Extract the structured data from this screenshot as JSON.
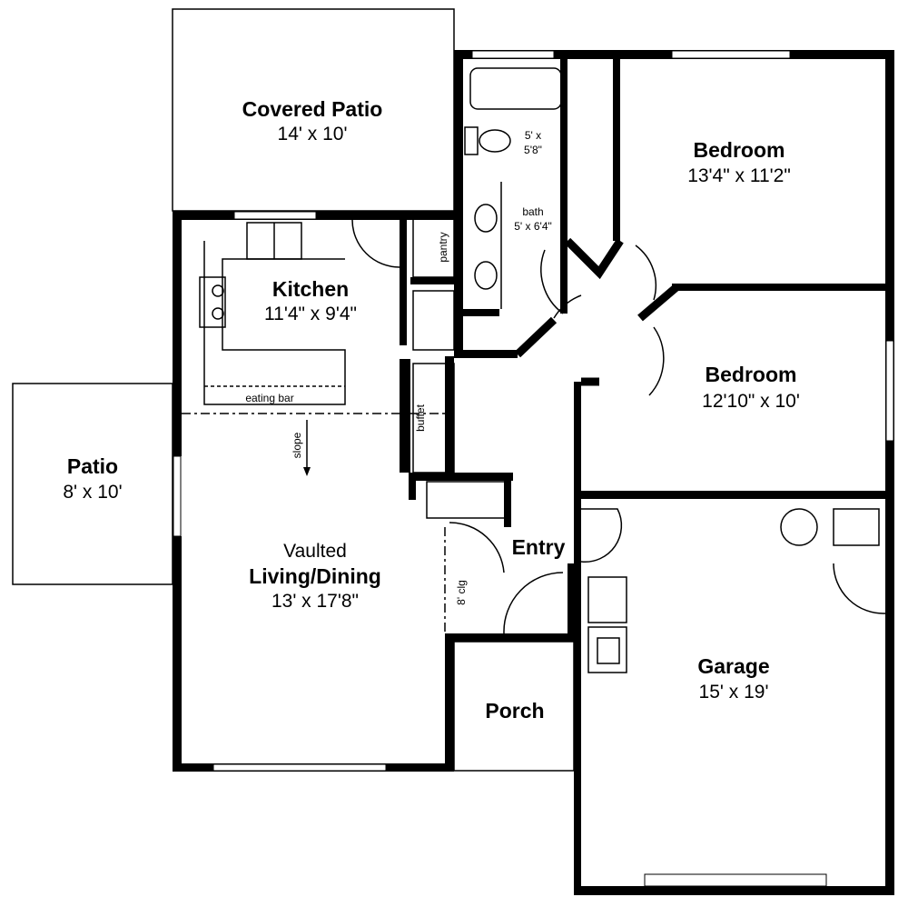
{
  "title": "House floor plan",
  "rooms": {
    "covered_patio": {
      "name": "Covered Patio",
      "size": "14' x 10'"
    },
    "patio": {
      "name": "Patio",
      "size": "8' x 10'"
    },
    "kitchen": {
      "name": "Kitchen",
      "size": "11'4\" x 9'4\""
    },
    "living": {
      "name_line1": "Vaulted",
      "name_line2": "Living/Dining",
      "size": "13' x 17'8\""
    },
    "bedroom1": {
      "name": "Bedroom",
      "size": "13'4\" x 11'2\""
    },
    "bedroom2": {
      "name": "Bedroom",
      "size": "12'10\" x 10'"
    },
    "garage": {
      "name": "Garage",
      "size": "15' x 19'"
    },
    "entry": {
      "name": "Entry"
    },
    "porch": {
      "name": "Porch"
    },
    "toilet_room": {
      "size_line1": "5' x",
      "size_line2": "5'8\""
    },
    "bath": {
      "name": "bath",
      "size": "5' x 6'4\""
    }
  },
  "labels": {
    "pantry": "pantry",
    "eating_bar": "eating bar",
    "buffet": "buffet",
    "slope": "slope",
    "ceiling": "8' clg"
  }
}
